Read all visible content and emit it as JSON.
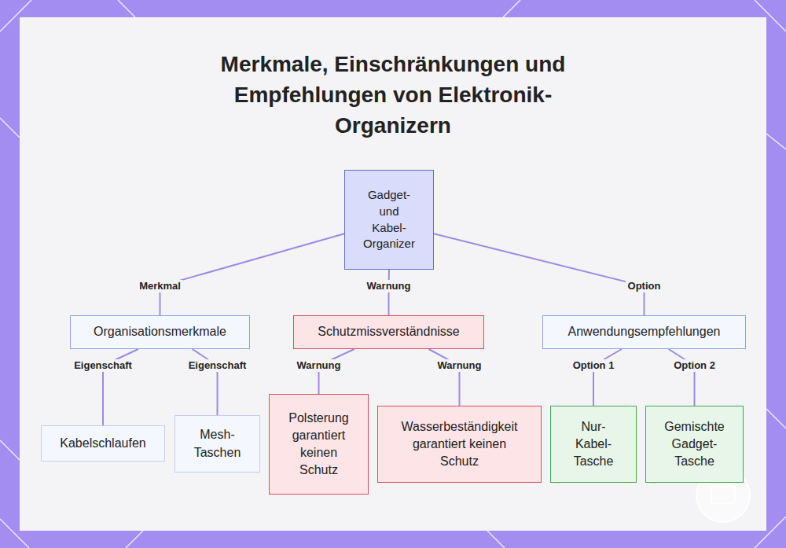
{
  "diagram": {
    "title": "Merkmale, Einschränkungen und Empfehlungen von Elektronik-Organizern",
    "nodes": [
      {
        "text": [
          "Gadget- und Kabel-Organizer"
        ]
      },
      {
        "text": [
          "Organisationsmerkmale"
        ]
      },
      {
        "text": [
          "Schutzmissverständnisse"
        ]
      },
      {
        "text": [
          "Anwendungsempfehlungen"
        ]
      },
      {
        "text": [
          "Kabelschlaufen"
        ]
      },
      {
        "text": [
          "Mesh-Taschen"
        ]
      },
      {
        "text": [
          "Polsterung garantiert keinen Schutz"
        ]
      },
      {
        "text": [
          "Wasserbeständigkeit garantiert keinen Schutz"
        ]
      },
      {
        "text": [
          "Nur-Kabel-Tasche"
        ]
      },
      {
        "text": [
          "Gemischte Gadget-Tasche"
        ]
      }
    ],
    "edges": [
      {
        "from": 0,
        "to": 1,
        "label": "Merkmal",
        "arrow": "none"
      },
      {
        "from": 0,
        "to": 2,
        "label": "Warnung",
        "arrow": "none"
      },
      {
        "from": 0,
        "to": 3,
        "label": "Option",
        "arrow": "none"
      },
      {
        "from": 1,
        "to": 4,
        "label": "Eigenschaft",
        "arrow": "none"
      },
      {
        "from": 1,
        "to": 5,
        "label": "Eigenschaft",
        "arrow": "none"
      },
      {
        "from": 2,
        "to": 6,
        "label": "Warnung",
        "arrow": "none"
      },
      {
        "from": 2,
        "to": 7,
        "label": "Warnung",
        "arrow": "none"
      },
      {
        "from": 3,
        "to": 8,
        "label": "Option 1",
        "arrow": "none"
      },
      {
        "from": 3,
        "to": 9,
        "label": "Option 2",
        "arrow": "none"
      }
    ]
  }
}
